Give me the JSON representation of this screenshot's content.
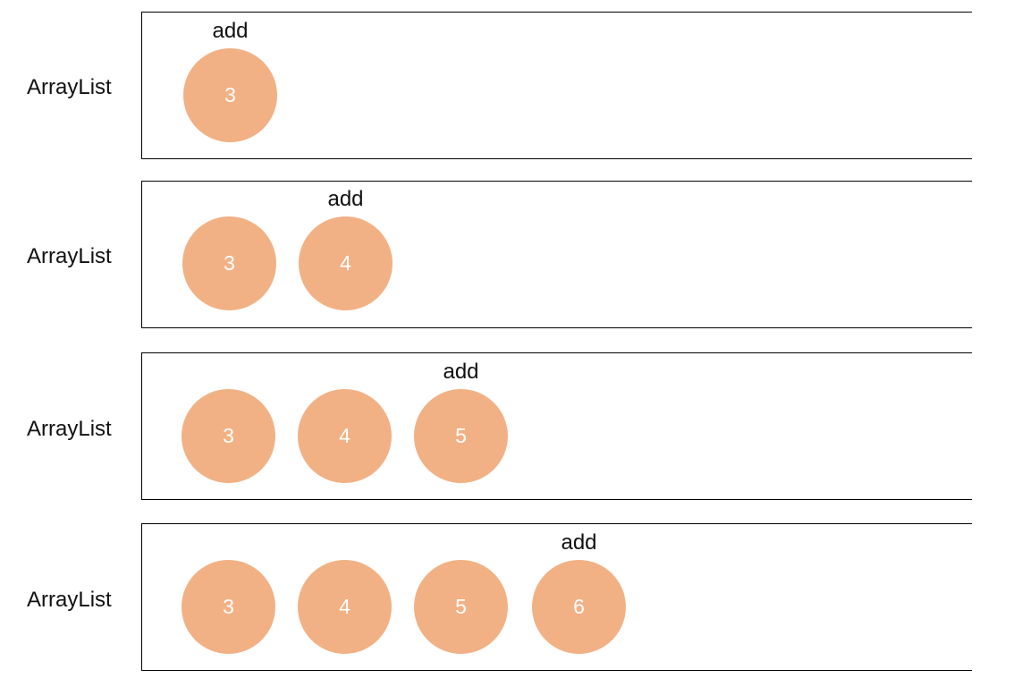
{
  "accent_color": "#f2b184",
  "rows": [
    {
      "label": "ArrayList",
      "items": [
        "3"
      ],
      "op": "add"
    },
    {
      "label": "ArrayList",
      "items": [
        "3",
        "4"
      ],
      "op": "add"
    },
    {
      "label": "ArrayList",
      "items": [
        "3",
        "4",
        "5"
      ],
      "op": "add"
    },
    {
      "label": "ArrayList",
      "items": [
        "3",
        "4",
        "5",
        "6"
      ],
      "op": "add"
    }
  ]
}
